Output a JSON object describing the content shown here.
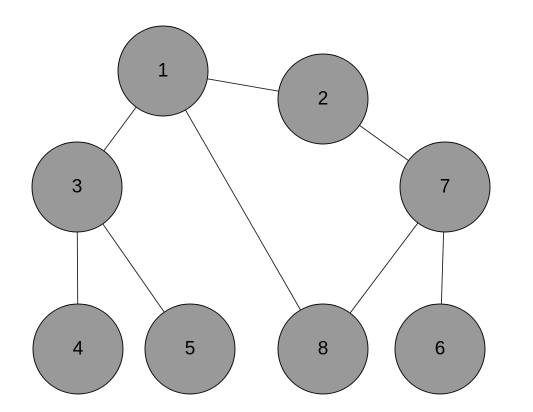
{
  "graph": {
    "node_fill": "#999999",
    "nodes": [
      {
        "id": "1",
        "label": "1"
      },
      {
        "id": "2",
        "label": "2"
      },
      {
        "id": "3",
        "label": "3"
      },
      {
        "id": "7",
        "label": "7"
      },
      {
        "id": "4",
        "label": "4"
      },
      {
        "id": "5",
        "label": "5"
      },
      {
        "id": "8",
        "label": "8"
      },
      {
        "id": "6",
        "label": "6"
      }
    ],
    "edges": [
      {
        "from": "1",
        "to": "2"
      },
      {
        "from": "1",
        "to": "3"
      },
      {
        "from": "1",
        "to": "8"
      },
      {
        "from": "2",
        "to": "7"
      },
      {
        "from": "3",
        "to": "4"
      },
      {
        "from": "3",
        "to": "5"
      },
      {
        "from": "7",
        "to": "8"
      },
      {
        "from": "7",
        "to": "6"
      }
    ]
  }
}
